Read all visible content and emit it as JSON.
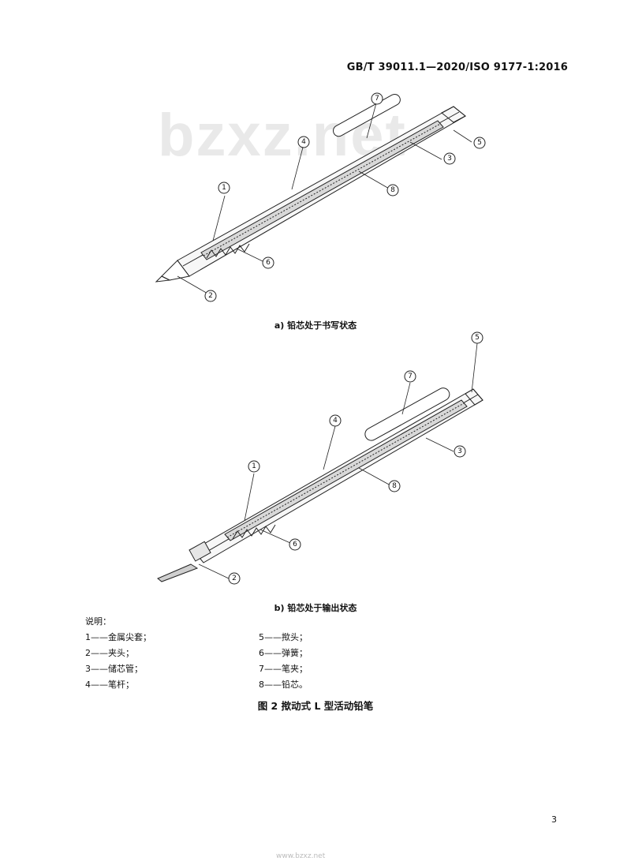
{
  "header": {
    "standard_code": "GB/T 39011.1—2020/ISO 9177-1:2016"
  },
  "watermark": {
    "text": "bzxz.net"
  },
  "figure_a": {
    "caption": "a)  铅芯处于书写状态",
    "callouts": [
      "1",
      "2",
      "3",
      "4",
      "5",
      "6",
      "7",
      "8"
    ]
  },
  "figure_b": {
    "caption": "b)  铅芯处于输出状态",
    "callouts": [
      "1",
      "2",
      "3",
      "4",
      "5",
      "6",
      "7",
      "8"
    ]
  },
  "legend": {
    "title": "说明：",
    "left": [
      "1——金属尖套；",
      "2——夹头；",
      "3——储芯管；",
      "4——笔杆；"
    ],
    "right": [
      "5——揿头；",
      "6——弹簧；",
      "7——笔夹；",
      "8——铅芯。"
    ]
  },
  "figure_title": "图 2  揿动式 L 型活动铅笔",
  "page_number": "3",
  "footer_mark": "www.bzxz.net"
}
